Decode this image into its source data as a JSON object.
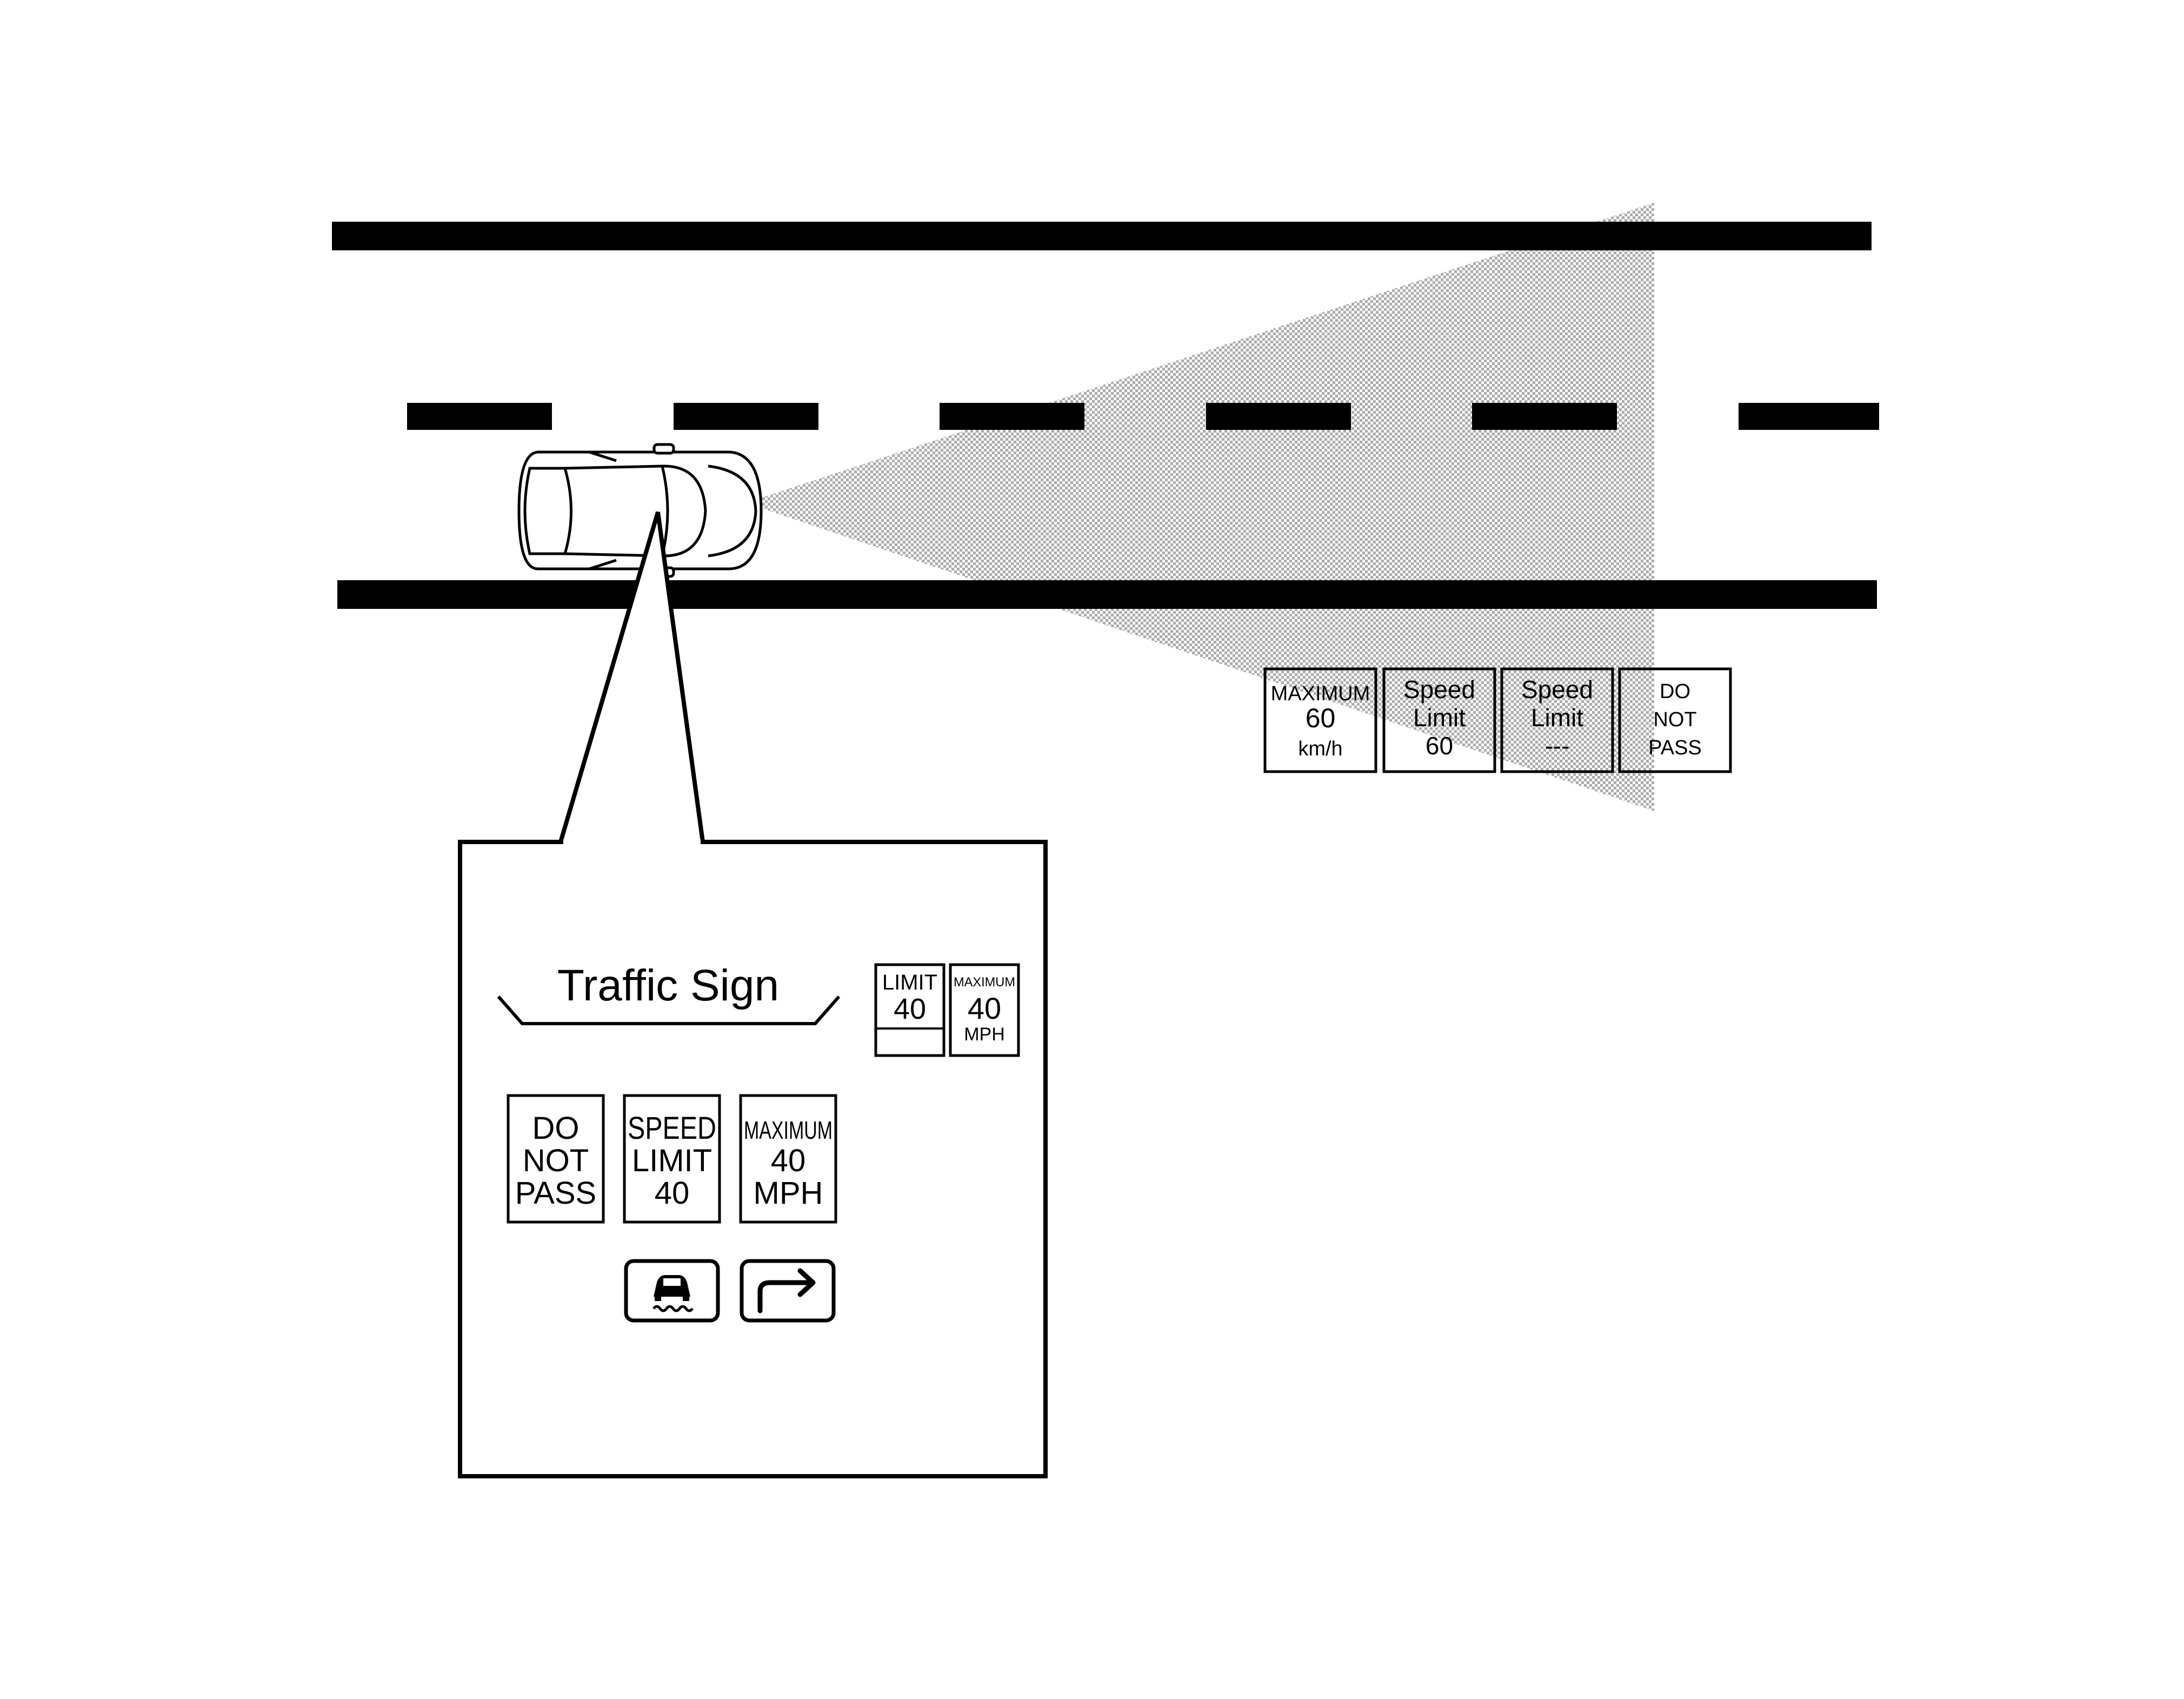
{
  "roadside_signs": [
    {
      "lines": [
        "MAXIMUM",
        "60",
        "km/h"
      ]
    },
    {
      "lines": [
        "Speed",
        "Limit",
        "60"
      ]
    },
    {
      "lines": [
        "Speed",
        "Limit",
        "---"
      ]
    },
    {
      "lines": [
        "DO",
        "NOT",
        "PASS"
      ]
    }
  ],
  "display": {
    "title": "Traffic Sign",
    "small_signs": [
      {
        "lines": [
          "LIMIT",
          "40"
        ]
      },
      {
        "lines": [
          "MAXIMUM",
          "40",
          "MPH"
        ]
      }
    ],
    "large_signs": [
      {
        "lines": [
          "DO",
          "NOT",
          "PASS"
        ]
      },
      {
        "lines": [
          "SPEED",
          "LIMIT",
          "40"
        ]
      },
      {
        "lines": [
          "MAXIMUM",
          "40",
          "MPH"
        ]
      }
    ],
    "icon_signs": [
      {
        "icon": "slippery-road-icon"
      },
      {
        "icon": "right-turn-arrow-icon"
      }
    ]
  }
}
